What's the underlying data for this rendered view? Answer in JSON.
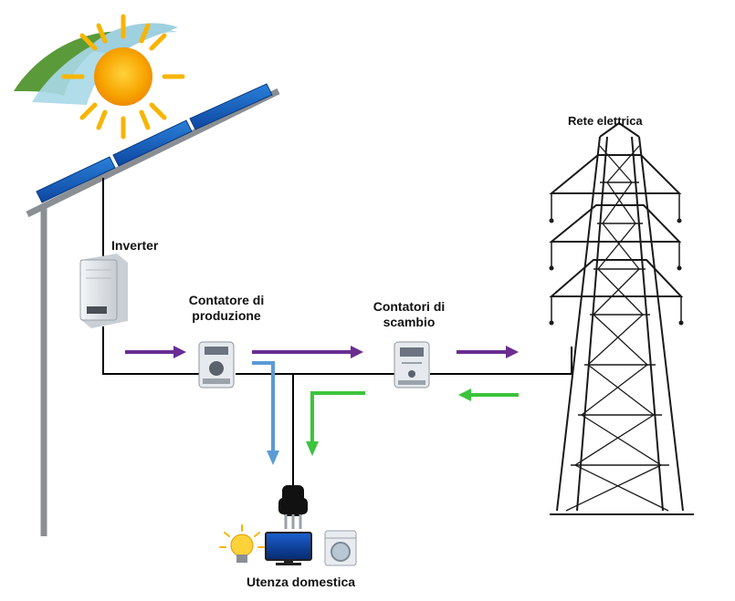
{
  "labels": {
    "inverter": "Inverter",
    "production_meter_line1": "Contatore di",
    "production_meter_line2": "produzione",
    "exchange_meter_line1": "Contatori di",
    "exchange_meter_line2": "scambio",
    "grid": "Rete elettrica",
    "household": "Utenza domestica"
  },
  "colors": {
    "production_flow": "#6a2d91",
    "self_consumption_flow": "#5b9bd5",
    "grid_import_flow": "#3cc43c",
    "panel_blue": "#1565c0",
    "sun": "#f7a400",
    "wire": "#000000"
  },
  "icons": [
    "sun-icon",
    "solar-panel-icon",
    "inverter-icon",
    "meter-icon",
    "pylon-icon",
    "plug-icon",
    "light-bulb-icon",
    "television-icon",
    "washing-machine-icon"
  ]
}
